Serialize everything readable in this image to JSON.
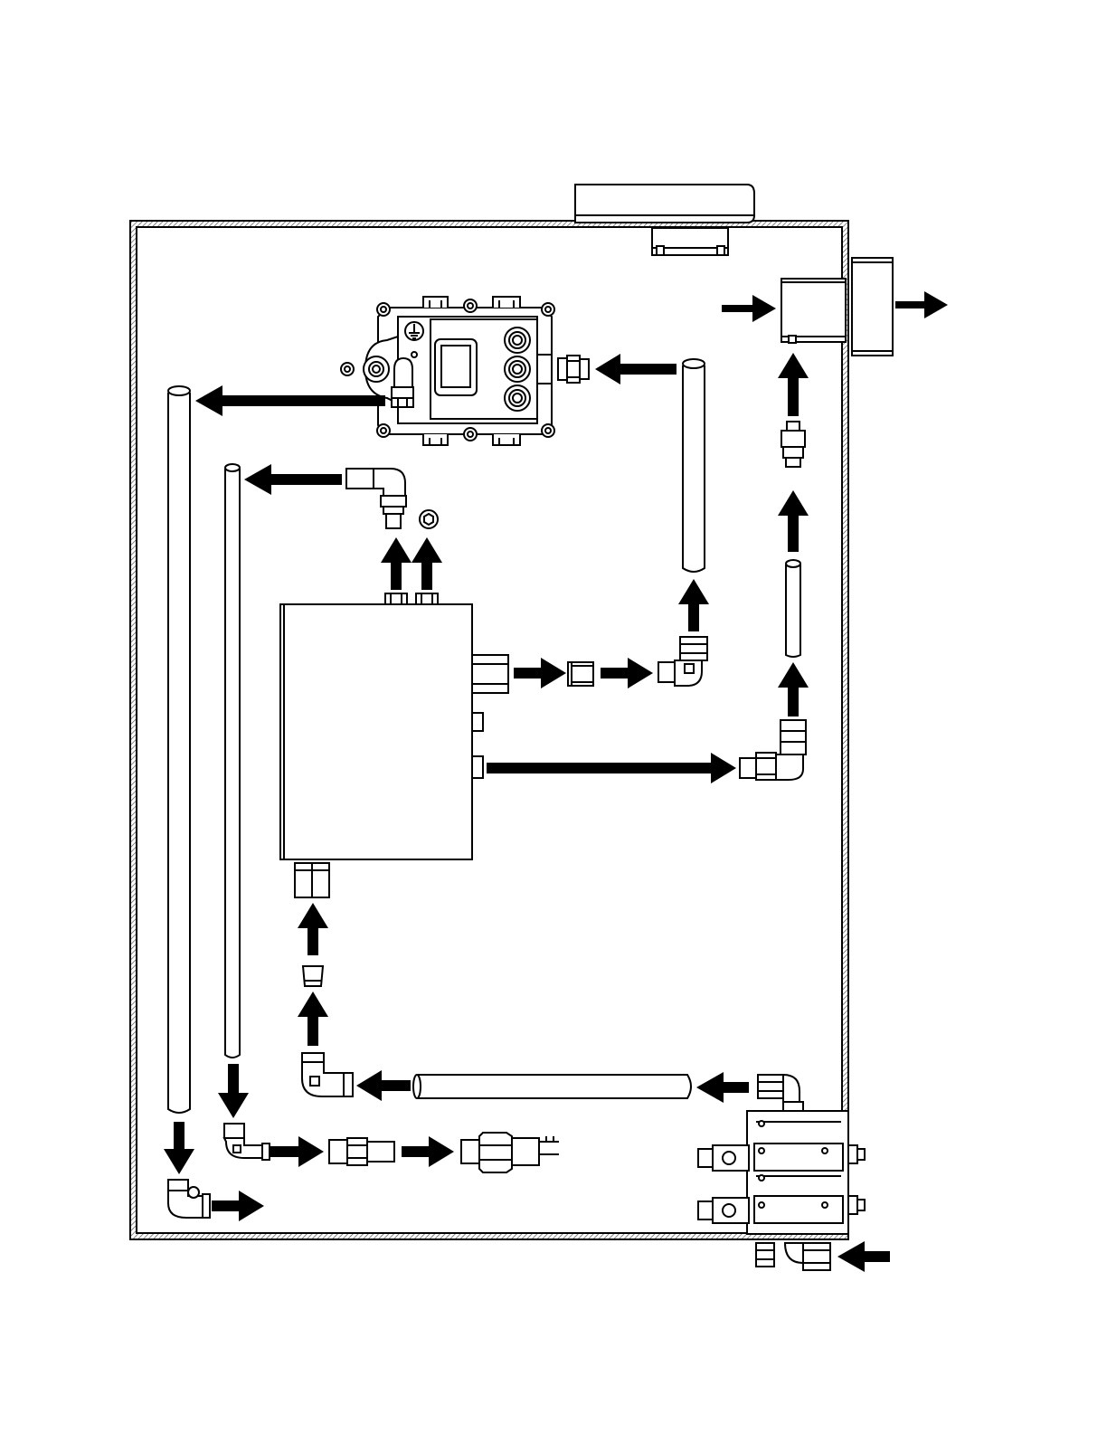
{
  "diagram": {
    "colors": {
      "stroke": "#000000",
      "background": "#ffffff",
      "hatch": "#555555"
    },
    "components": [
      "enclosure-panel",
      "top-mount-bracket",
      "side-cylinder",
      "rear-block",
      "controller-module",
      "manifold-body",
      "vertical-tube",
      "elbow-fitting",
      "straight-fitting",
      "reducer-bushing",
      "horizontal-tube",
      "pressure-switch",
      "solenoid-valve-bank",
      "flow-arrow"
    ]
  }
}
